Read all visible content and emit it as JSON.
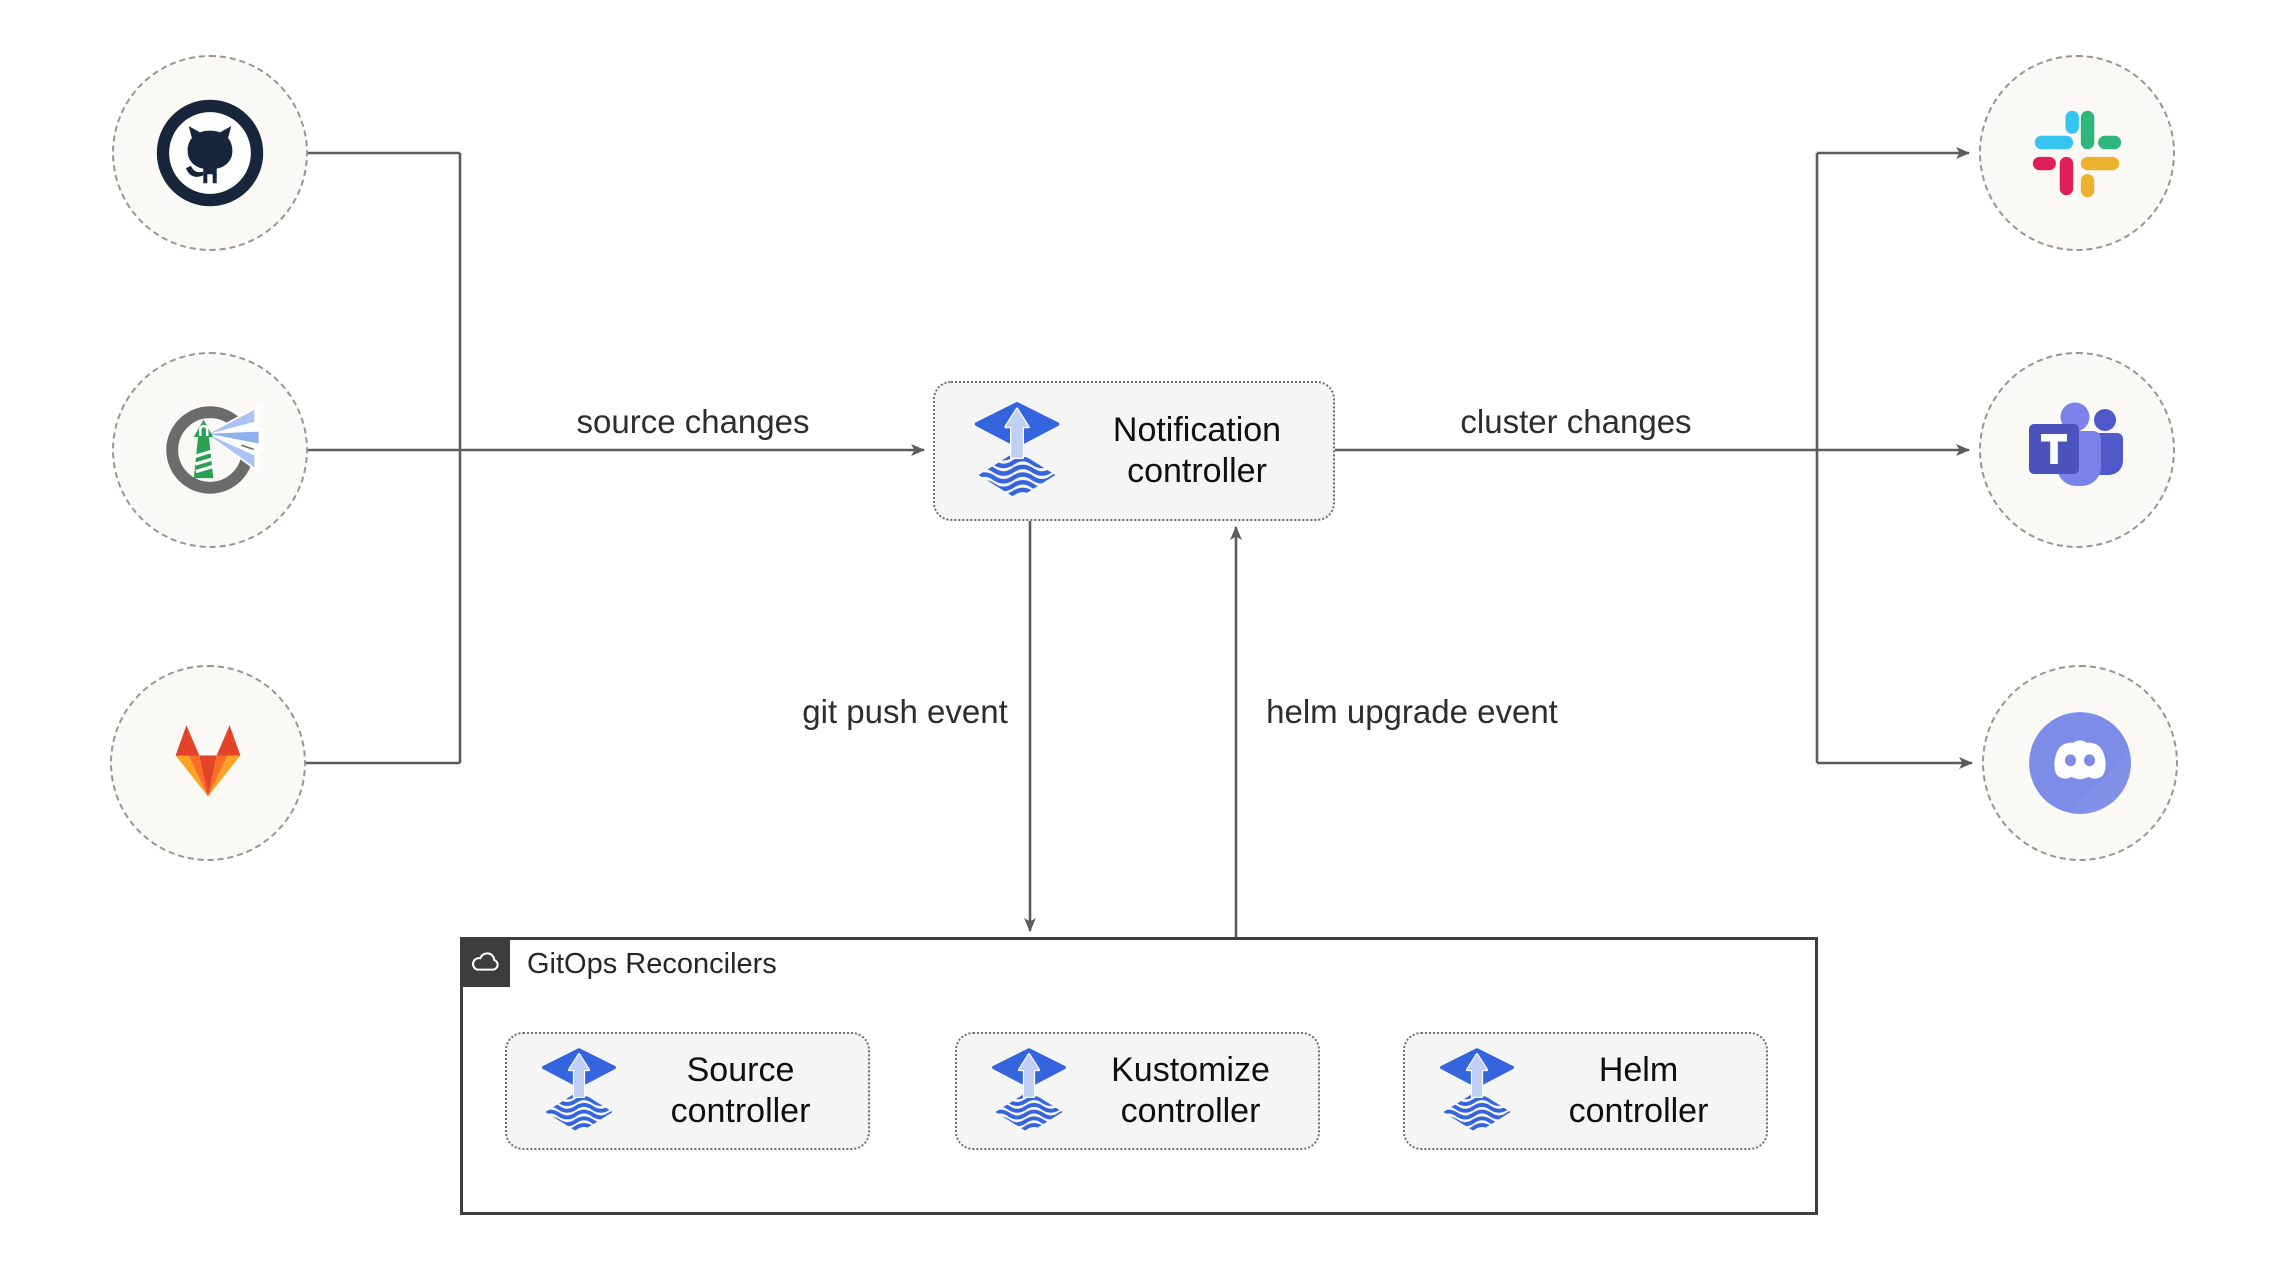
{
  "diagram": {
    "type": "flux-gitops-notification-architecture",
    "edge_labels": {
      "source_changes": "source changes",
      "cluster_changes": "cluster changes",
      "git_push_event": "git push event",
      "helm_upgrade_event": "helm upgrade event"
    },
    "nodes": {
      "notification_controller": {
        "label": "Notification controller",
        "icon": "flux-icon"
      },
      "sources": [
        {
          "id": "github",
          "icon": "github-icon"
        },
        {
          "id": "harbor",
          "icon": "harbor-icon"
        },
        {
          "id": "gitlab",
          "icon": "gitlab-icon"
        }
      ],
      "targets": [
        {
          "id": "slack",
          "icon": "slack-icon"
        },
        {
          "id": "teams",
          "icon": "microsoft-teams-icon"
        },
        {
          "id": "discord",
          "icon": "discord-icon"
        }
      ],
      "reconcilers_group": {
        "label": "GitOps Reconcilers",
        "icon": "cloud-icon",
        "children": [
          {
            "label": "Source controller",
            "icon": "flux-icon"
          },
          {
            "label": "Kustomize controller",
            "icon": "flux-icon"
          },
          {
            "label": "Helm controller",
            "icon": "flux-icon"
          }
        ]
      }
    },
    "colors": {
      "flux_blue": "#3565de",
      "flux_light_blue": "#c0d0f4",
      "box_fill": "#f5f5f5",
      "circle_fill": "#faf9f6",
      "line_gray": "#5c5c5c",
      "group_border": "#3f3f3f",
      "slack_palette": [
        "#36c5f0",
        "#2eb67d",
        "#e01e5a",
        "#ecb22e"
      ],
      "teams_purple": "#5059c9",
      "discord_blurple": "#7d8ce7",
      "gitlab_palette": [
        "#e24329",
        "#fc6d26",
        "#fca326"
      ],
      "harbor_green": "#2aa054",
      "github_dark": "#18263c"
    }
  }
}
